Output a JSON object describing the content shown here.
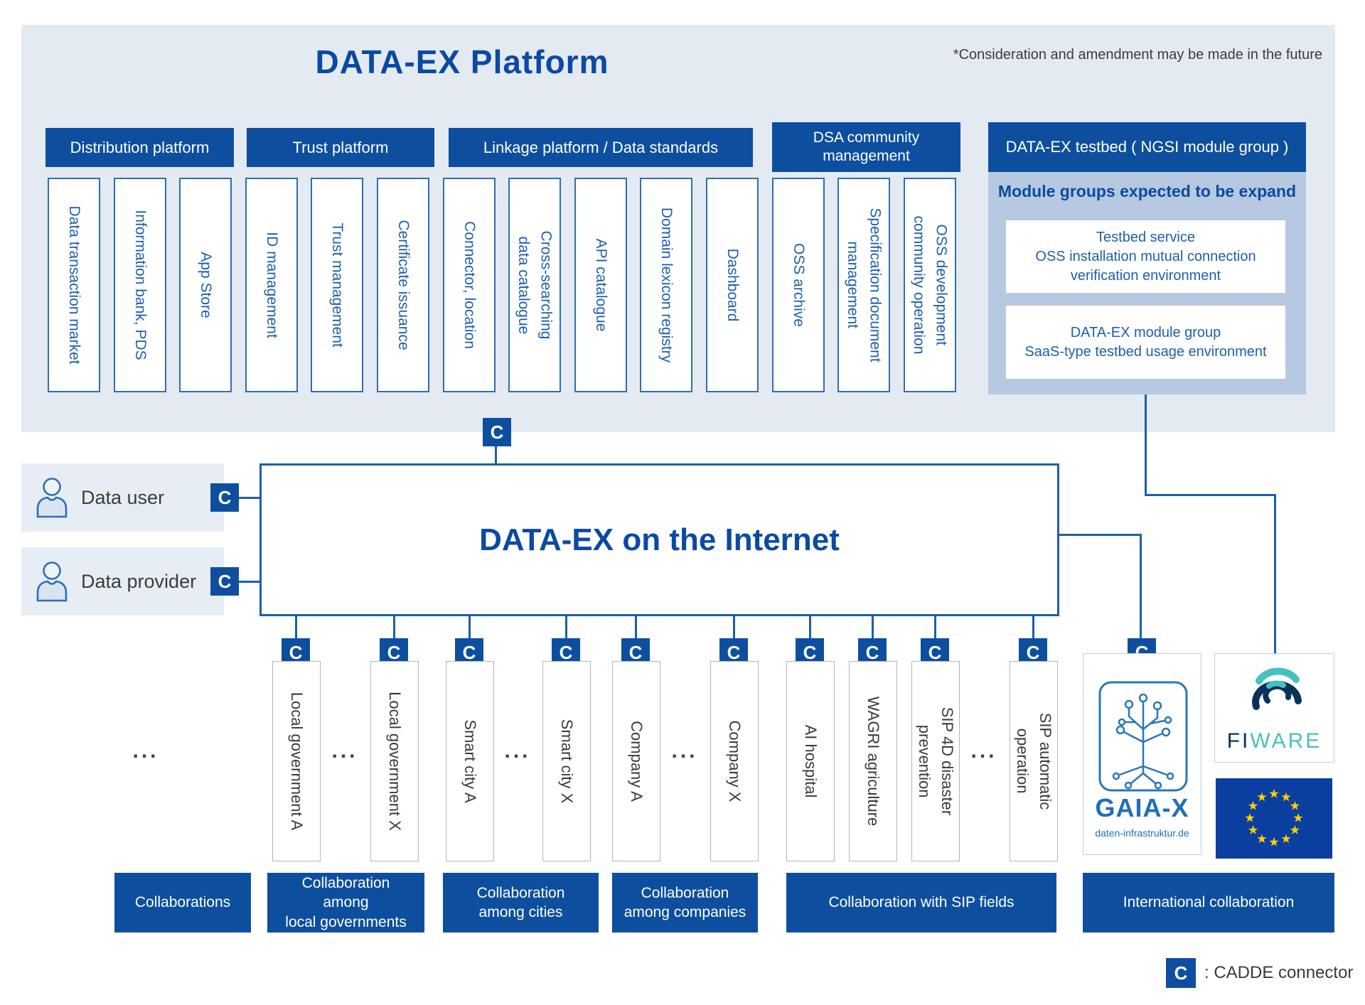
{
  "platform": {
    "title": "DATA-EX Platform",
    "note": "*Consideration and amendment may be made in the future",
    "groups": [
      {
        "label": "Distribution platform"
      },
      {
        "label": "Trust platform"
      },
      {
        "label": "Linkage platform / Data standards"
      },
      {
        "label": "DSA community\nmanagement"
      },
      {
        "label": "DATA-EX testbed ( NGSI module group )"
      }
    ],
    "modules": [
      {
        "lines": [
          "Data transaction market"
        ]
      },
      {
        "lines": [
          "Information bank, PDS"
        ]
      },
      {
        "lines": [
          "App Store"
        ]
      },
      {
        "lines": [
          "ID management"
        ]
      },
      {
        "lines": [
          "Trust management"
        ]
      },
      {
        "lines": [
          "Certificate issuance"
        ]
      },
      {
        "lines": [
          "Connector, location"
        ]
      },
      {
        "lines": [
          "Cross-searching",
          "data catalogue"
        ]
      },
      {
        "lines": [
          "API catalogue"
        ]
      },
      {
        "lines": [
          "Domain lexicon registry"
        ]
      },
      {
        "lines": [
          "Dashboard"
        ]
      },
      {
        "lines": [
          "OSS archive"
        ]
      },
      {
        "lines": [
          "Specification document",
          "management"
        ]
      },
      {
        "lines": [
          "OSS development",
          "community operation"
        ]
      }
    ],
    "testbed": {
      "heading": "Module groups expected to be expand",
      "box1": "Testbed service\nOSS installation mutual connection\nverification environment",
      "box2": "DATA-EX module group\nSaaS-type testbed usage environment"
    }
  },
  "actors": [
    {
      "label": "Data user"
    },
    {
      "label": "Data provider"
    }
  ],
  "internet": {
    "title": "DATA-EX on the Internet"
  },
  "connector": {
    "letter": "C"
  },
  "dots": {
    "label": "..."
  },
  "participants": [
    {
      "lines": [
        "Local government A"
      ]
    },
    {
      "lines": [
        "Local government X"
      ]
    },
    {
      "lines": [
        "Smart city A"
      ]
    },
    {
      "lines": [
        "Smart city X"
      ]
    },
    {
      "lines": [
        "Company A"
      ]
    },
    {
      "lines": [
        "Company X"
      ]
    },
    {
      "lines": [
        "AI hospital"
      ]
    },
    {
      "lines": [
        "WAGRI agriculture"
      ]
    },
    {
      "lines": [
        "SIP 4D disaster",
        "prevention"
      ]
    },
    {
      "lines": [
        "SIP automatic",
        "operation"
      ]
    }
  ],
  "logos": {
    "gaiax": {
      "name": "GAIA-X",
      "domain": "daten-infrastruktur.de"
    },
    "fiware": {
      "fi": "FI",
      "ware": "WARE"
    }
  },
  "collaborations": [
    {
      "label": "Collaborations"
    },
    {
      "label": "Collaboration\namong\nlocal governments"
    },
    {
      "label": "Collaboration\namong cities"
    },
    {
      "label": "Collaboration\namong companies"
    },
    {
      "label": "Collaboration with SIP fields"
    },
    {
      "label": "International collaboration"
    }
  ],
  "legend": {
    "label": ": CADDE connector"
  }
}
